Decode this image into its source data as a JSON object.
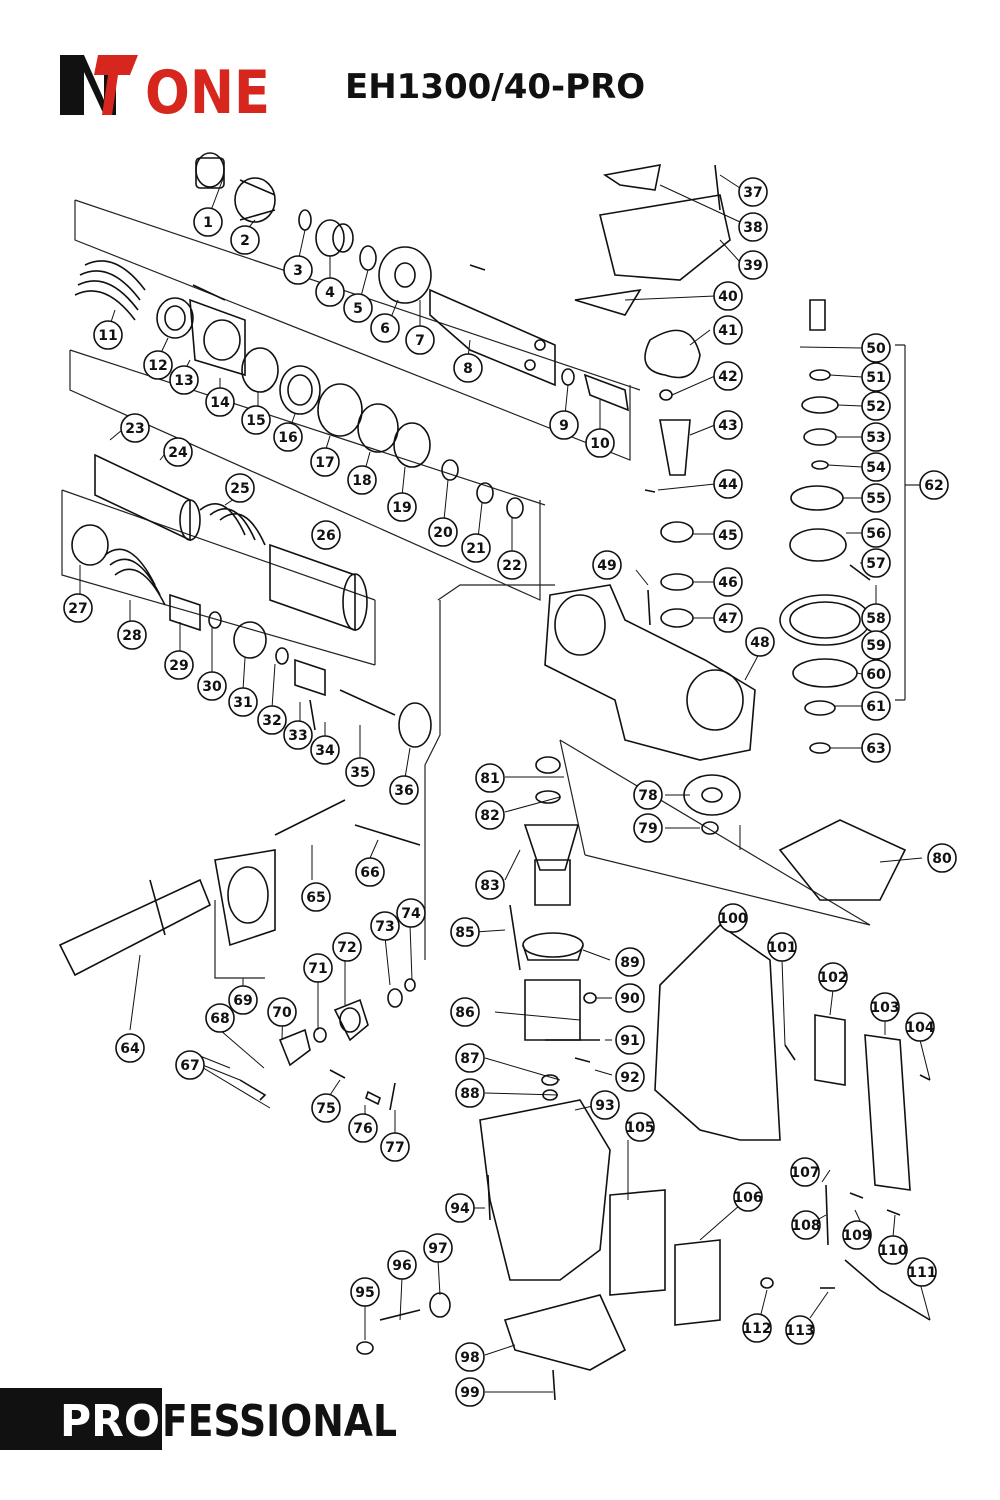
{
  "header": {
    "logo_text": "ONE",
    "model": "EH1300/40-PRO"
  },
  "footer": {
    "brand_pro": "PRO",
    "brand_rest": "FESSIONAL"
  },
  "colors": {
    "brand_red": "#d7261e",
    "ink": "#111111"
  },
  "part_numbers": [
    "1",
    "2",
    "3",
    "4",
    "5",
    "6",
    "7",
    "8",
    "9",
    "10",
    "11",
    "12",
    "13",
    "14",
    "15",
    "16",
    "17",
    "18",
    "19",
    "20",
    "21",
    "22",
    "23",
    "24",
    "25",
    "26",
    "27",
    "28",
    "29",
    "30",
    "31",
    "32",
    "33",
    "34",
    "35",
    "36",
    "37",
    "38",
    "39",
    "40",
    "41",
    "42",
    "43",
    "44",
    "45",
    "46",
    "47",
    "48",
    "49",
    "50",
    "51",
    "52",
    "53",
    "54",
    "55",
    "56",
    "57",
    "58",
    "59",
    "60",
    "61",
    "62",
    "63",
    "64",
    "65",
    "66",
    "67",
    "68",
    "69",
    "70",
    "71",
    "72",
    "73",
    "74",
    "75",
    "76",
    "77",
    "78",
    "79",
    "80",
    "81",
    "82",
    "83",
    "85",
    "86",
    "87",
    "88",
    "89",
    "90",
    "91",
    "92",
    "93",
    "94",
    "95",
    "96",
    "97",
    "98",
    "99",
    "100",
    "101",
    "102",
    "103",
    "104",
    "105",
    "106",
    "107",
    "108",
    "109",
    "110",
    "111",
    "112",
    "113"
  ]
}
